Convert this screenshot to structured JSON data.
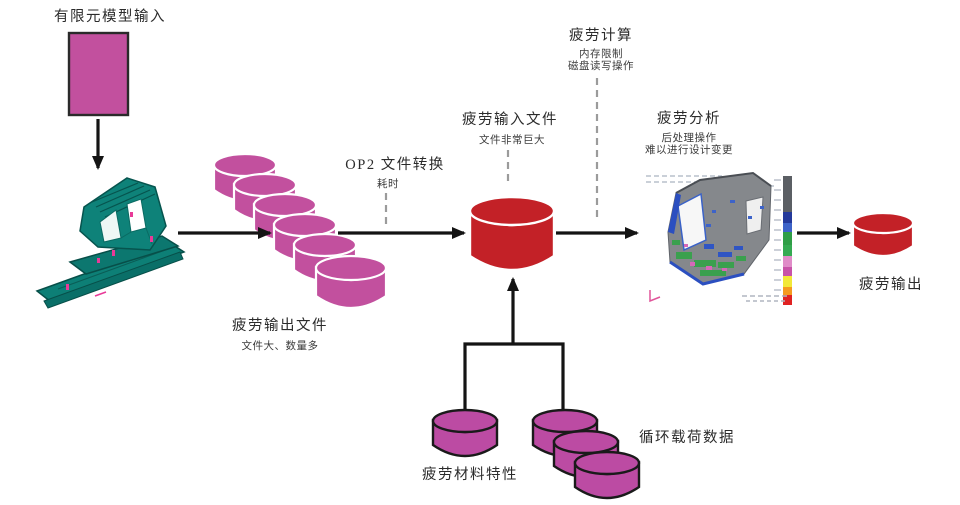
{
  "nodes": {
    "fem_input": {
      "label": "有限元模型输入"
    },
    "output_files": {
      "label": "疲劳输出文件",
      "note": "文件大、数量多"
    },
    "op2": {
      "label": "OP2 文件转换",
      "note": "耗时"
    },
    "input_file": {
      "label": "疲劳输入文件",
      "note": "文件非常巨大"
    },
    "calc": {
      "label": "疲劳计算",
      "notes": [
        "内存限制",
        "磁盘读写操作"
      ]
    },
    "analysis": {
      "label": "疲劳分析",
      "notes": [
        "后处理操作",
        "难以进行设计变更"
      ]
    },
    "output": {
      "label": "疲劳输出"
    },
    "material": {
      "label": "疲劳材料特性"
    },
    "cyclic": {
      "label": "循环载荷数据"
    }
  },
  "icons": {
    "fem_model": "teal-fea-truck-cab-mesh",
    "fea_result": "contour-plot-truck-cab-with-colorbar",
    "database": "db-cylinder"
  },
  "colors": {
    "magenta": "#c2509e",
    "magenta_outlined": "#bc4ba3",
    "red": "#c32127",
    "teal": "#0e8076",
    "arrow": "#141414",
    "dashed": "#9b9b9b"
  }
}
